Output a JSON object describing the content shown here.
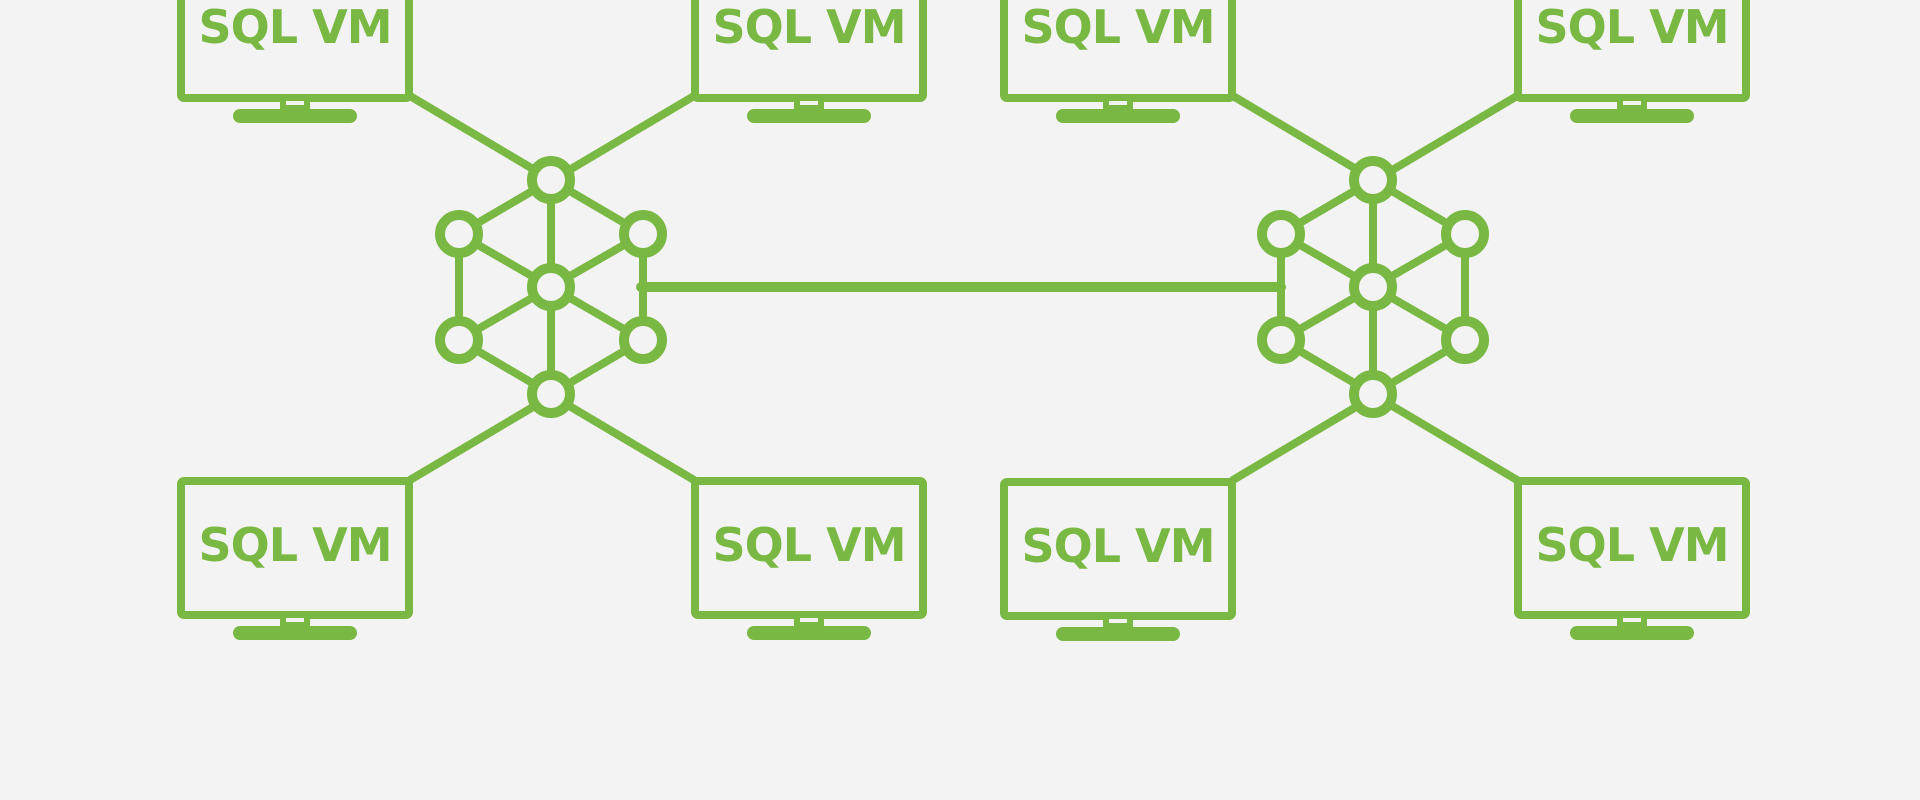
{
  "diagram": {
    "colors": {
      "background": "#f3f3f3",
      "stroke": "#78b843"
    },
    "clusters": [
      {
        "name": "cluster-left",
        "monitors": [
          {
            "label": "SQL VM"
          },
          {
            "label": "SQL VM"
          },
          {
            "label": "SQL VM"
          },
          {
            "label": "SQL VM"
          }
        ]
      },
      {
        "name": "cluster-right",
        "monitors": [
          {
            "label": "SQL VM"
          },
          {
            "label": "SQL VM"
          },
          {
            "label": "SQL VM"
          },
          {
            "label": "SQL VM"
          }
        ]
      }
    ],
    "icons": [
      "monitor-icon",
      "network-hub-icon"
    ]
  }
}
